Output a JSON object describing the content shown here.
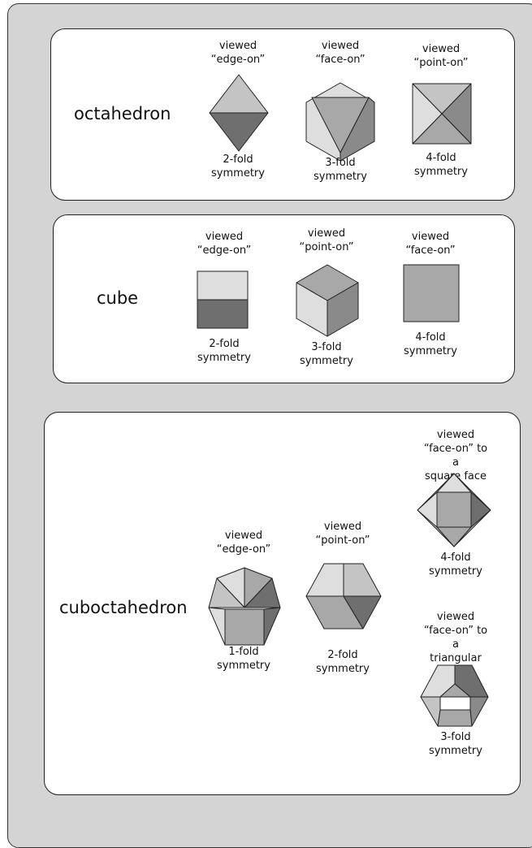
{
  "panels": {
    "octahedron": {
      "name": "octahedron",
      "views": [
        {
          "top": "viewed\n“edge-on”",
          "bottom": "2-fold\nsymmetry"
        },
        {
          "top": "viewed\n“face-on”",
          "bottom": "3-fold\nsymmetry"
        },
        {
          "top": "viewed\n“point-on”",
          "bottom": "4-fold\nsymmetry"
        }
      ]
    },
    "cube": {
      "name": "cube",
      "views": [
        {
          "top": "viewed\n“edge-on”",
          "bottom": "2-fold\nsymmetry"
        },
        {
          "top": "viewed\n“point-on”",
          "bottom": "3-fold\nsymmetry"
        },
        {
          "top": "viewed\n“face-on”",
          "bottom": "4-fold\nsymmetry"
        }
      ]
    },
    "cuboctahedron": {
      "name": "cuboctahedron",
      "views": [
        {
          "top": "viewed\n“edge-on”",
          "bottom": "1-fold\nsymmetry"
        },
        {
          "top": "viewed\n“point-on”",
          "bottom": "2-fold\nsymmetry"
        },
        {
          "top": "viewed\n“face-on” to a\nsquare face",
          "bottom": "4-fold\nsymmetry"
        },
        {
          "top": "viewed\n“face-on” to a\ntriangular face",
          "bottom": "3-fold\nsymmetry"
        }
      ]
    }
  },
  "colors": {
    "background": "#d4d4d4",
    "panel": "#ffffff",
    "light": "#dedede",
    "mid": "#a8a8a8",
    "dark": "#6f6f6f"
  }
}
